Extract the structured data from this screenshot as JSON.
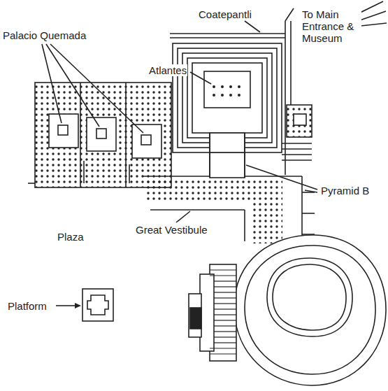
{
  "diagram": {
    "labels": [
      "Palacio Quemada",
      "Coatepantli",
      "To Main Entrance & Museum",
      "Atlantes",
      "Pyramid B",
      "Plaza",
      "Great Vestibule",
      "Platform"
    ]
  }
}
